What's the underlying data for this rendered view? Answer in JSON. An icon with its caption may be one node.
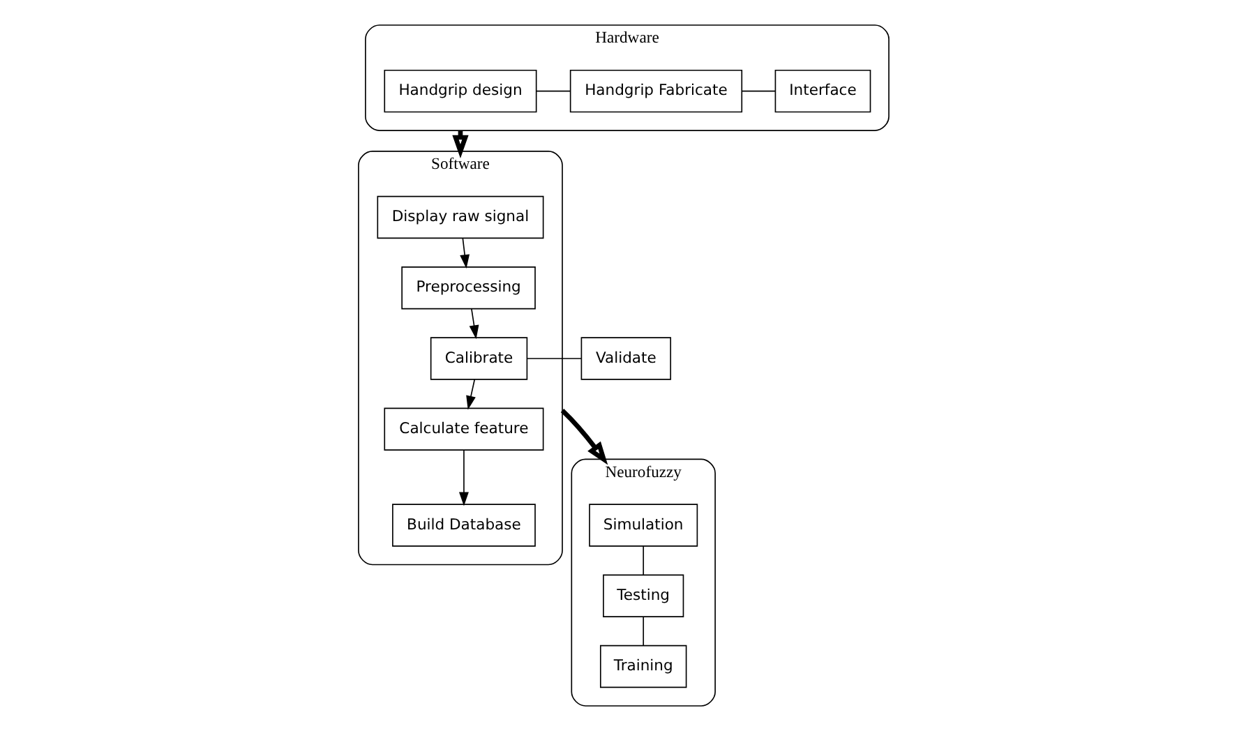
{
  "diagram": {
    "nodes": [
      {
        "text": [
          "Hardware"
        ]
      },
      {
        "text": [
          "Handgrip design"
        ],
        "in": 0
      },
      {
        "text": [
          "Handgrip Fabricate"
        ],
        "in": 0
      },
      {
        "text": [
          "Interface"
        ],
        "in": 0
      },
      {
        "text": [
          "Software"
        ]
      },
      {
        "text": [
          "Display raw signal"
        ],
        "in": 4
      },
      {
        "text": [
          "Preprocessing"
        ],
        "in": 4
      },
      {
        "text": [
          "Calibrate"
        ],
        "in": 4
      },
      {
        "text": [
          "Calculate feature"
        ],
        "in": 4
      },
      {
        "text": [
          "Build Database"
        ],
        "in": 4
      },
      {
        "text": [
          "Validate"
        ]
      },
      {
        "text": [
          "Neurofuzzy"
        ]
      },
      {
        "text": [
          "Simulation"
        ],
        "in": 11
      },
      {
        "text": [
          "Testing"
        ],
        "in": 11
      },
      {
        "text": [
          "Training"
        ],
        "in": 11
      }
    ],
    "edges": [
      {
        "from": 1,
        "to": 2,
        "arrow": "none"
      },
      {
        "from": 2,
        "to": 3,
        "arrow": "none"
      },
      {
        "from": 0,
        "to": 4,
        "arrow": "to",
        "style": "thick"
      },
      {
        "from": 5,
        "to": 6,
        "arrow": "to"
      },
      {
        "from": 6,
        "to": 7,
        "arrow": "to"
      },
      {
        "from": 10,
        "to": 7,
        "arrow": "none"
      },
      {
        "from": 7,
        "to": 8,
        "arrow": "to"
      },
      {
        "from": 8,
        "to": 9,
        "arrow": "to"
      },
      {
        "from": 4,
        "to": 11,
        "arrow": "to",
        "style": "thick"
      },
      {
        "from": 12,
        "to": 13,
        "arrow": "none"
      },
      {
        "from": 13,
        "to": 14,
        "arrow": "none"
      }
    ]
  }
}
